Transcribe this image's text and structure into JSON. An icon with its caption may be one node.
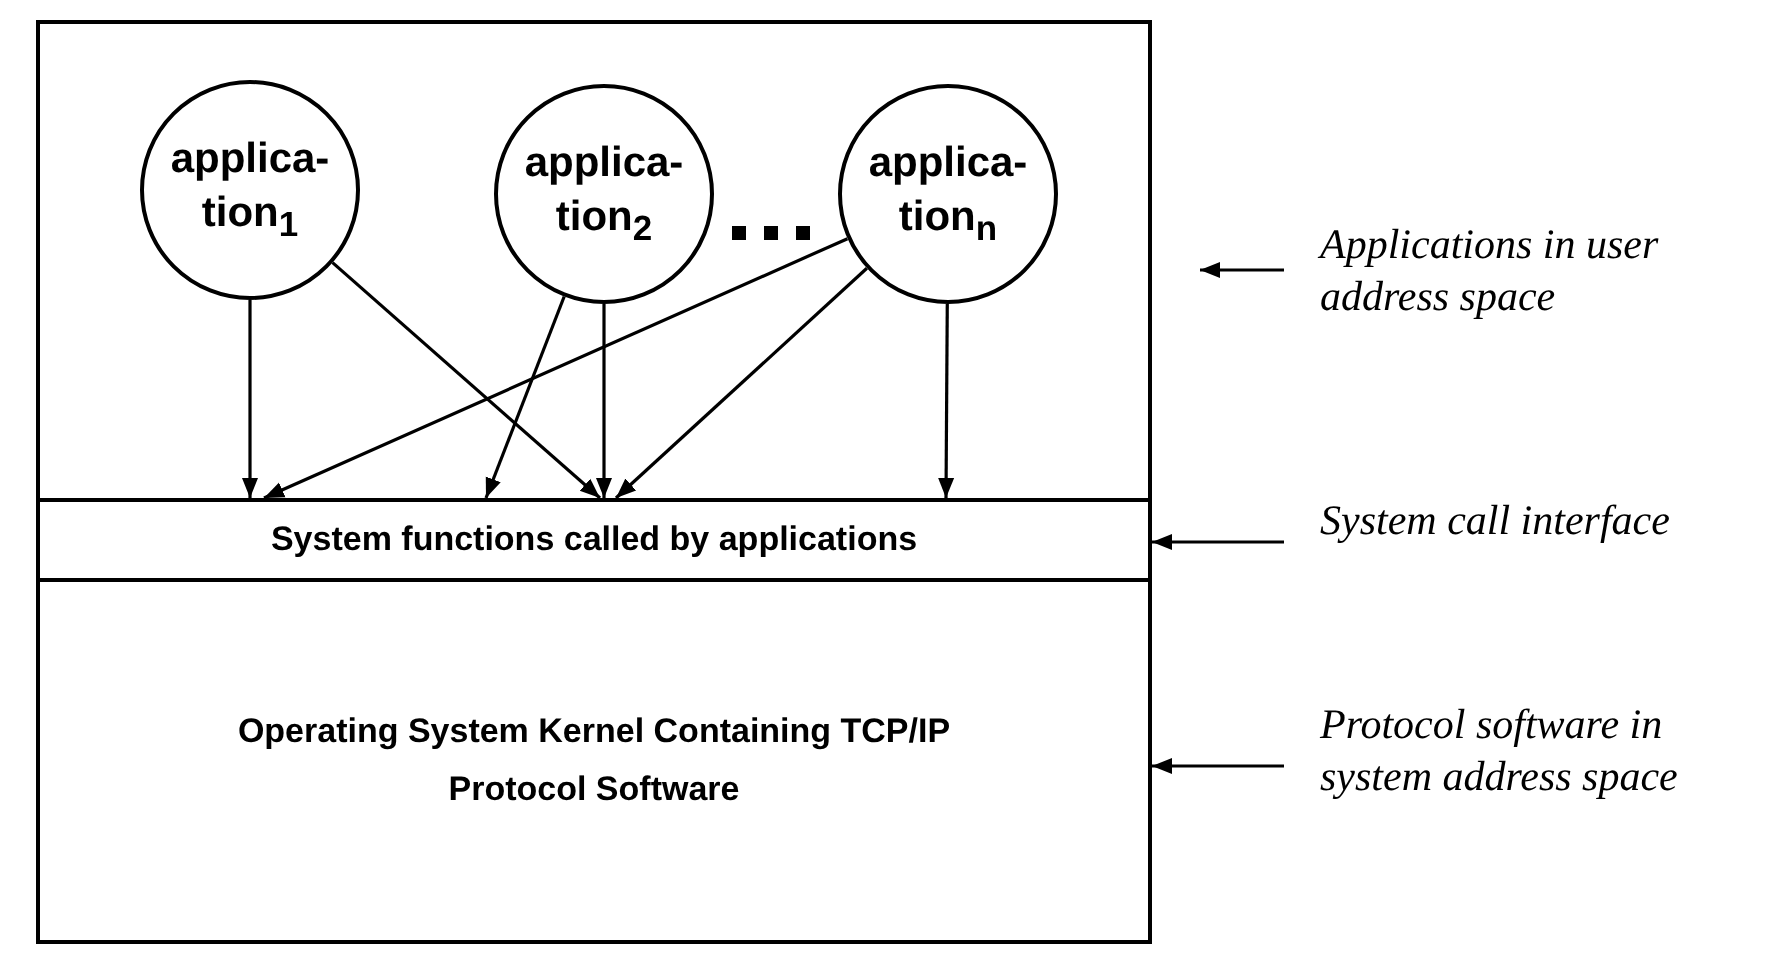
{
  "diagram": {
    "nodes": [
      {
        "text": [
          "applica- tion$_{1}$"
        ]
      },
      {
        "text": [
          "applica- tion$_{2}$"
        ]
      },
      {
        "text": [
          "applica- tion$_{n}$"
        ]
      },
      {
        "text": [
          "System functions called by applications"
        ]
      },
      {
        "text": [
          "Operating System Kernel Containing TCP/IP Protocol Software"
        ]
      },
      {
        "text": [
          "Applications in user address space"
        ]
      },
      {
        "text": [
          "System call interface"
        ]
      },
      {
        "text": [
          "Protocol software in system address space"
        ]
      }
    ],
    "edges": [
      {
        "from": 0,
        "to": 3,
        "arrow": "to"
      },
      {
        "from": 0,
        "to": 3,
        "arrow": "to"
      },
      {
        "from": 1,
        "to": 3,
        "arrow": "to"
      },
      {
        "from": 1,
        "to": 3,
        "arrow": "to"
      },
      {
        "from": 2,
        "to": 3,
        "arrow": "to"
      },
      {
        "from": 2,
        "to": 3,
        "arrow": "to"
      },
      {
        "from": 2,
        "to": 3,
        "arrow": "to"
      },
      {
        "from": 5,
        "to": null,
        "arrow": "to"
      },
      {
        "from": 6,
        "to": 3,
        "arrow": "to"
      },
      {
        "from": 7,
        "to": 4,
        "arrow": "to"
      }
    ]
  }
}
